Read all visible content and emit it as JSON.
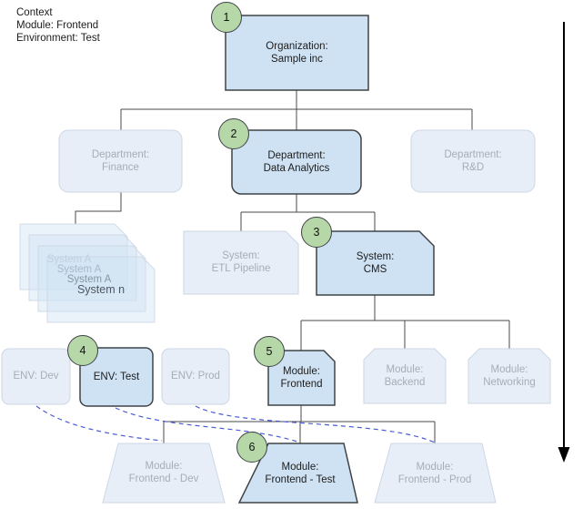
{
  "context": {
    "title": "Context",
    "module": "Module: Frontend",
    "environment": "Environment: Test"
  },
  "nodes": {
    "organization": {
      "line1": "Organization:",
      "line2": "Sample inc",
      "badge": "1"
    },
    "dept_finance": {
      "line1": "Department:",
      "line2": "Finance"
    },
    "dept_data_analytics": {
      "line1": "Department:",
      "line2": "Data Analytics",
      "badge": "2"
    },
    "dept_rd": {
      "line1": "Department:",
      "line2": "R&D"
    },
    "system_stack": {
      "items": [
        "System A",
        "System A",
        "System A",
        "System n"
      ]
    },
    "system_etl": {
      "line1": "System:",
      "line2": "ETL Pipeline"
    },
    "system_cms": {
      "line1": "System:",
      "line2": "CMS",
      "badge": "3"
    },
    "env_dev": {
      "label": "ENV: Dev"
    },
    "env_test": {
      "label": "ENV: Test",
      "badge": "4"
    },
    "env_prod": {
      "label": "ENV: Prod"
    },
    "module_frontend": {
      "line1": "Module:",
      "line2": "Frontend",
      "badge": "5"
    },
    "module_backend": {
      "line1": "Module:",
      "line2": "Backend"
    },
    "module_networking": {
      "line1": "Module:",
      "line2": "Networking"
    },
    "deploy_dev": {
      "line1": "Module:",
      "line2": "Frontend - Dev"
    },
    "deploy_test": {
      "line1": "Module:",
      "line2": "Frontend - Test",
      "badge": "6"
    },
    "deploy_prod": {
      "line1": "Module:",
      "line2": "Frontend - Prod"
    }
  },
  "colors": {
    "hi_fill": "#cfe2f3",
    "hi_stroke": "#3f4347",
    "faded_fill": "#e7eef8",
    "faded_stroke": "#ccd7e5",
    "faded_text": "#a6adb5",
    "badge_fill": "#b6d7a8",
    "line": "#4a4a4a",
    "dashed": "#4a5bd4",
    "text_dark": "#1c1c1c",
    "stack_text_1": "#c3cedd",
    "stack_text_2": "#aab8c9",
    "stack_text_3": "#8795a4",
    "stack_text_4": "#4e5861"
  }
}
